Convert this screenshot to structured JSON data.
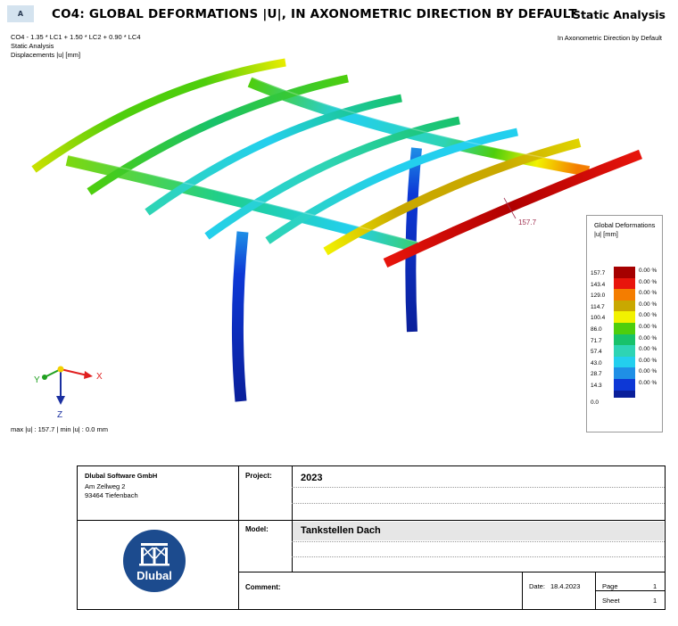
{
  "header": {
    "badge": "A",
    "title": "CO4: GLOBAL DEFORMATIONS |U|, IN AXONOMETRIC DIRECTION BY DEFAULT",
    "analysis_type": "Static Analysis"
  },
  "info": {
    "line1": "CO4 - 1.35 * LC1 + 1.50 * LC2 + 0.90 * LC4",
    "line2": "Static Analysis",
    "line3": "Displacements |u| [mm]",
    "direction": "In Axonometric Direction by Default"
  },
  "model": {
    "max_annotation": "157.7",
    "max_min": "max |u| : 157.7 | min |u| : 0.0 mm"
  },
  "axes": {
    "x": "X",
    "y": "Y",
    "z": "Z"
  },
  "legend": {
    "title1": "Global Deformations",
    "title2": "|u| [mm]",
    "rows": [
      {
        "value": "157.7",
        "color": "#a50000",
        "pct": "0.00 %"
      },
      {
        "value": "143.4",
        "color": "#e8150c",
        "pct": "0.00 %"
      },
      {
        "value": "129.0",
        "color": "#f47d00",
        "pct": "0.00 %"
      },
      {
        "value": "114.7",
        "color": "#c9a800",
        "pct": "0.00 %"
      },
      {
        "value": "100.4",
        "color": "#f2f200",
        "pct": "0.00 %"
      },
      {
        "value": "86.0",
        "color": "#4ece0c",
        "pct": "0.00 %"
      },
      {
        "value": "71.7",
        "color": "#18c26a",
        "pct": "0.00 %"
      },
      {
        "value": "57.4",
        "color": "#2ed4b4",
        "pct": "0.00 %"
      },
      {
        "value": "43.0",
        "color": "#23cfee",
        "pct": "0.00 %"
      },
      {
        "value": "28.7",
        "color": "#1f8fe6",
        "pct": "0.00 %"
      },
      {
        "value": "14.3",
        "color": "#0d38d6",
        "pct": "0.00 %"
      }
    ],
    "bottom_value": "0.0",
    "bottom_color": "#0a1f9a"
  },
  "title_block": {
    "company": "Dlubal Software GmbH",
    "street": "Am Zellweg 2",
    "city": "93464 Tiefenbach",
    "logo_text": "Dlubal",
    "project_label": "Project:",
    "project_value": "2023",
    "model_label": "Model:",
    "model_value": "Tankstellen Dach",
    "comment_label": "Comment:",
    "date_label": "Date:",
    "date_value": "18.4.2023",
    "page_label": "Page",
    "page_value": "1",
    "sheet_label": "Sheet",
    "sheet_value": "1"
  }
}
